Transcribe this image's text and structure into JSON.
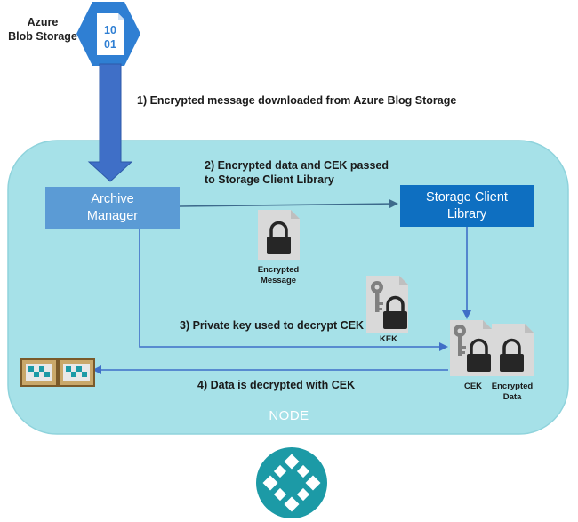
{
  "azure": {
    "label_line1": "Azure",
    "label_line2": "Blob Storage",
    "icon_text_top": "10",
    "icon_text_bottom": "01"
  },
  "steps": {
    "step1": "1) Encrypted message downloaded from Azure Blog Storage",
    "step2_line1": "2) Encrypted data and CEK passed",
    "step2_line2": "to Storage Client Library",
    "step3": "3) Private key used to decrypt CEK",
    "step4": "4) Data is decrypted with CEK"
  },
  "boxes": {
    "archive_manager_line1": "Archive",
    "archive_manager_line2": "Manager",
    "storage_client_line1": "Storage Client",
    "storage_client_line2": "Library"
  },
  "docs": {
    "encrypted_message_line1": "Encrypted",
    "encrypted_message_line2": "Message",
    "kek": "KEK",
    "cek": "CEK",
    "encrypted_data_line1": "Encrypted",
    "encrypted_data_line2": "Data"
  },
  "node": {
    "label": "NODE"
  },
  "colors": {
    "node_fill": "#a6e1e8",
    "node_border": "#8fd3dc",
    "archive_box": "#5b9bd5",
    "storage_box": "#0e6fc1",
    "azure_hex": "#2f7fd3",
    "arrow_down": "#3f6fc7",
    "line": "#3f6fc7",
    "doc_fill": "#d9d9d9",
    "lock": "#262626",
    "logo_teal": "#1c9aa6"
  }
}
